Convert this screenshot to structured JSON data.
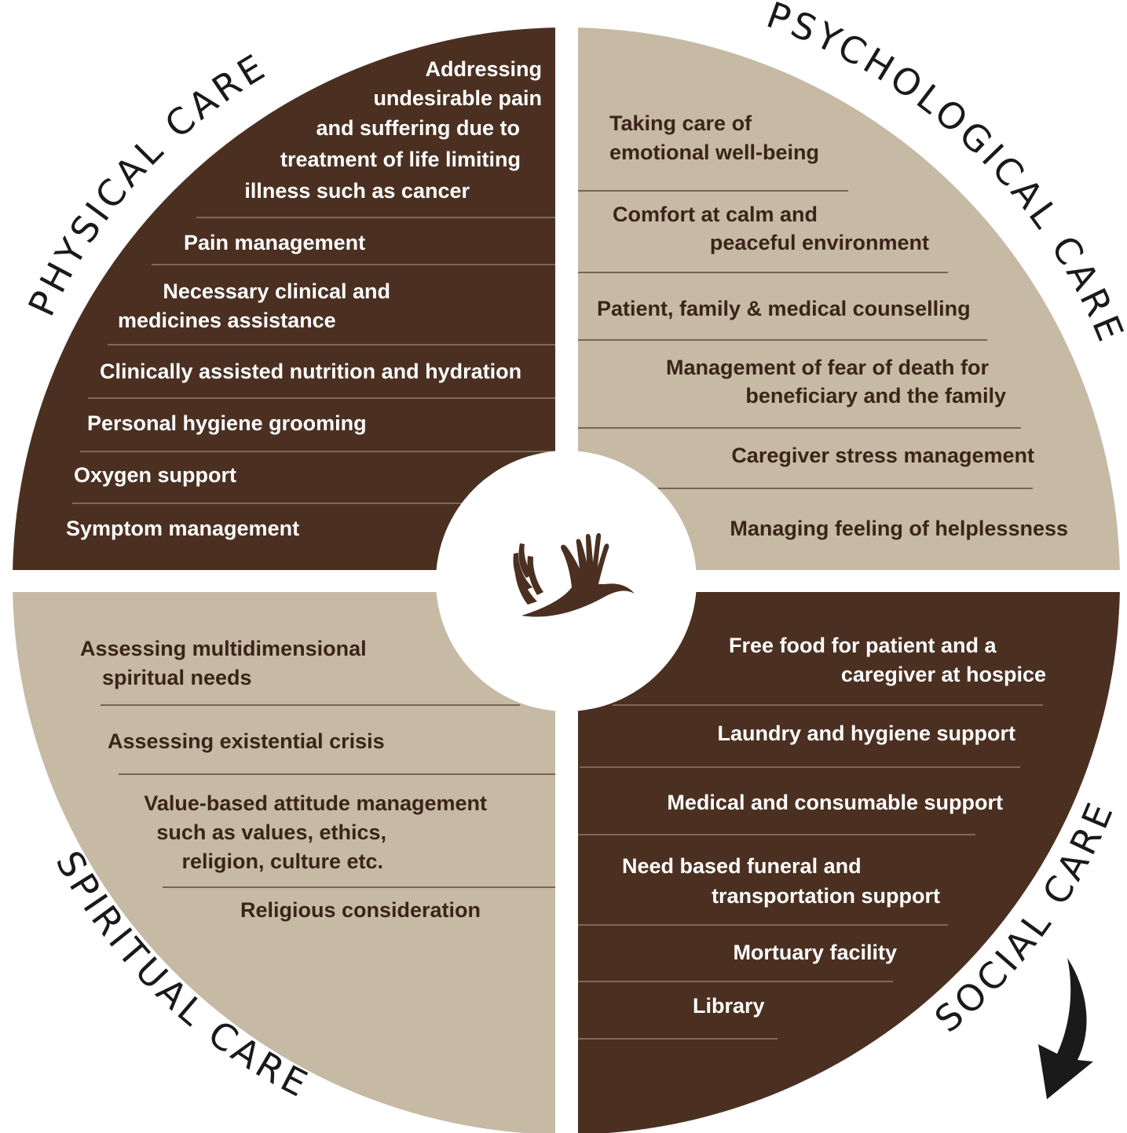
{
  "colors": {
    "dark": "#4b3022",
    "light": "#c6baa5",
    "divider_on_dark": "#a08a7b",
    "divider_on_light": "#4b3022",
    "text_on_dark": "#ffffff",
    "text_on_light": "#3a2418",
    "title": "#1a1a1a",
    "background": "#ffffff"
  },
  "center_icon": "hands-icon",
  "arrow_icon": "curved-arrow-icon",
  "quadrants": {
    "physical": {
      "title": "PHYSICAL CARE",
      "items": [
        {
          "lines": [
            "Addressing",
            "undesirable pain",
            "and suffering due to",
            "treatment of life limiting",
            "illness such as cancer"
          ]
        },
        {
          "lines": [
            "Pain management"
          ]
        },
        {
          "lines": [
            "Necessary clinical and",
            "medicines assistance"
          ]
        },
        {
          "lines": [
            "Clinically assisted nutrition and hydration"
          ]
        },
        {
          "lines": [
            "Personal hygiene grooming"
          ]
        },
        {
          "lines": [
            "Oxygen support"
          ]
        },
        {
          "lines": [
            "Symptom management"
          ]
        }
      ]
    },
    "psychological": {
      "title": "PSYCHOLOGICAL CARE",
      "items": [
        {
          "lines": [
            "Taking care of",
            "emotional well-being"
          ]
        },
        {
          "lines": [
            "Comfort at calm and",
            "peaceful environment"
          ]
        },
        {
          "lines": [
            "Patient, family & medical counselling"
          ]
        },
        {
          "lines": [
            "Management of fear of death for",
            "beneficiary and the family"
          ]
        },
        {
          "lines": [
            "Caregiver stress management"
          ]
        },
        {
          "lines": [
            "Managing feeling of  helplessness"
          ]
        }
      ]
    },
    "spiritual": {
      "title": "SPIRITUAL CARE",
      "items": [
        {
          "lines": [
            "Assessing multidimensional",
            "spiritual needs"
          ]
        },
        {
          "lines": [
            "Assessing existential crisis"
          ]
        },
        {
          "lines": [
            "Value-based attitude management",
            "such as values, ethics,",
            "religion, culture etc."
          ]
        },
        {
          "lines": [
            "Religious consideration"
          ]
        }
      ]
    },
    "social": {
      "title": "SOCIAL CARE",
      "items": [
        {
          "lines": [
            "Free food for patient and a",
            "caregiver at hospice"
          ]
        },
        {
          "lines": [
            "Laundry and hygiene support"
          ]
        },
        {
          "lines": [
            "Medical and consumable support"
          ]
        },
        {
          "lines": [
            "Need based funeral and",
            "transportation support"
          ]
        },
        {
          "lines": [
            "Mortuary facility"
          ]
        },
        {
          "lines": [
            "Library"
          ]
        }
      ]
    }
  }
}
